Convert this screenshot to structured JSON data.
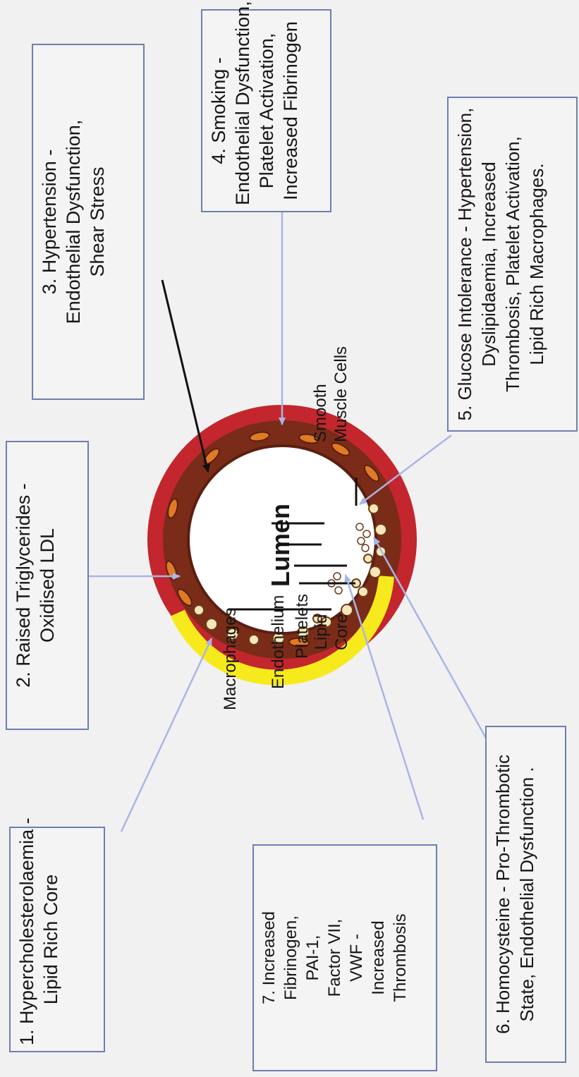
{
  "colors": {
    "background": "#f1f1f1",
    "box_border": "#6b7fb0",
    "arrow": "#a9b5e6",
    "artery_outer": "#c3262d",
    "artery_wall": "#7a2c18",
    "lipid_core": "#f6ea1c",
    "macrophage": "#f7e7b8",
    "lumen": "#ffffff"
  },
  "lumen": "Lumen",
  "factors": [
    {
      "lines": [
        "1. Hypercholesterolaemia -",
        "Lipid Rich Core"
      ]
    },
    {
      "lines": [
        "2.  Raised Triglycerides -",
        "Oxidised LDL"
      ]
    },
    {
      "lines": [
        "3. Hypertension -",
        "Endothelial Dysfunction,",
        "Shear Stress"
      ]
    },
    {
      "lines": [
        "4.  Smoking -",
        "Endothelial Dysfunction,",
        "Platelet Activation,",
        "Increased Fibrinogen"
      ]
    },
    {
      "lines": [
        "5.  Glucose Intolerance - Hypertension,",
        "Dyslipidaemia, Increased",
        "Thrombosis, Platelet Activation,",
        "Lipid Rich Macrophages."
      ]
    },
    {
      "lines": [
        "6.  Homocysteine - Pro-Thrombotic",
        "State, Endothelial Dysfunction ."
      ]
    },
    {
      "lines": [
        "7. Increased",
        "Fibrinogen,",
        "PAI-1,",
        "Factor VII,",
        "VWF -",
        "Increased",
        "Thrombosis"
      ]
    }
  ],
  "structures": {
    "macrophages": "Macrophages",
    "endothelium": "Endothelium",
    "platelets": "Platelets",
    "lipid_core": [
      "Lipid",
      "Core"
    ],
    "smooth_muscle": [
      "Smooth",
      "Muscle Cells"
    ]
  }
}
